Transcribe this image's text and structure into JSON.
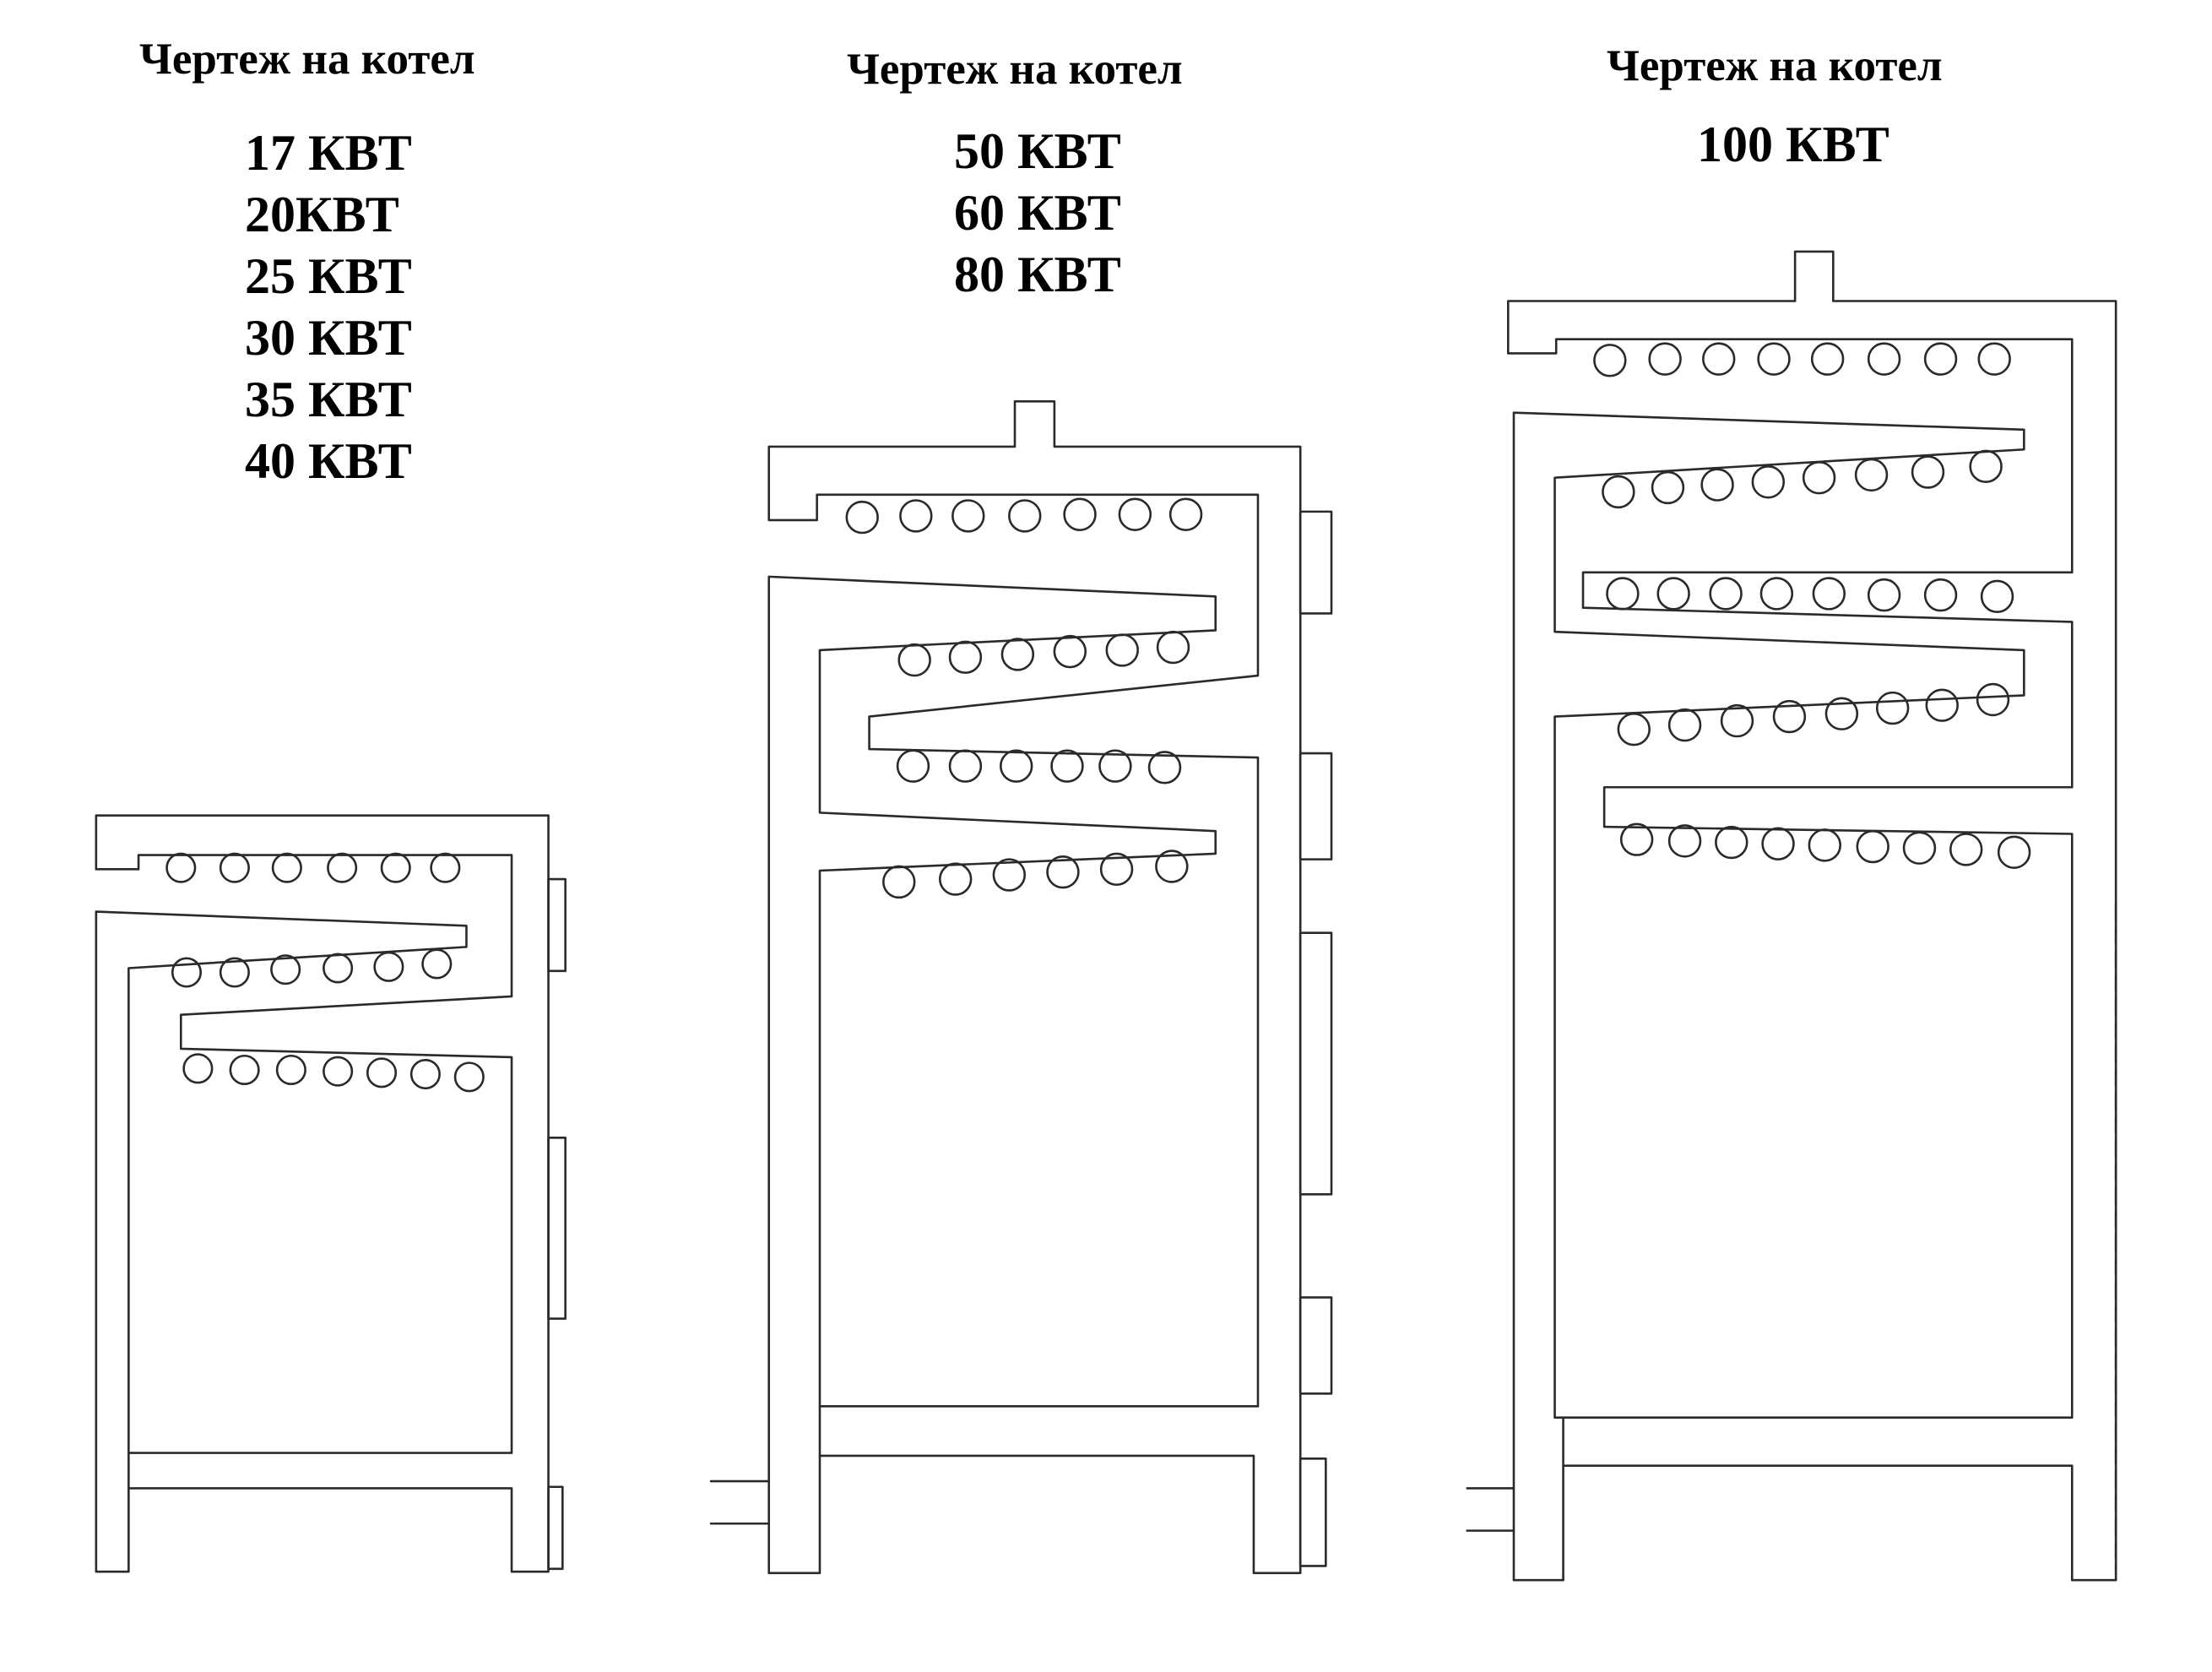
{
  "panels": [
    {
      "title": "Чертеж на котел",
      "powers": [
        "17 КВТ",
        "20КВТ",
        "25 КВТ",
        "30 КВТ",
        "35 КВТ",
        "40 КВТ"
      ]
    },
    {
      "title": "Чертеж на котел",
      "powers": [
        "50 КВТ",
        "60 КВТ",
        "80 КВТ"
      ]
    },
    {
      "title": "Чертеж на котел",
      "powers": [
        "100 КВТ"
      ]
    }
  ]
}
